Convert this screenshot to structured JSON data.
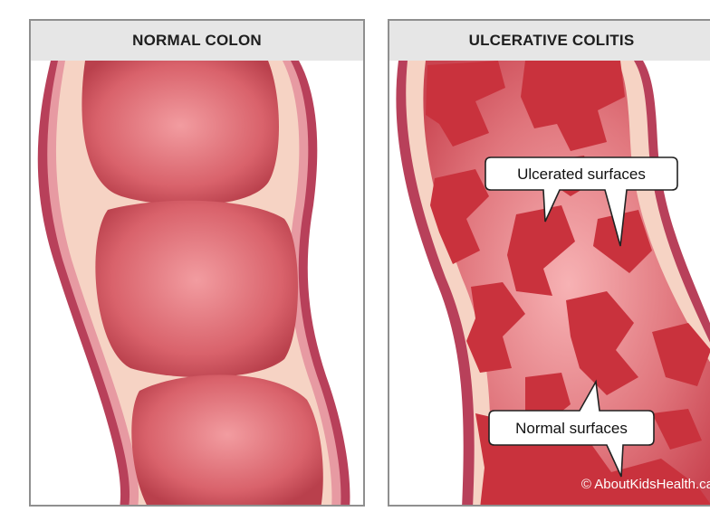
{
  "panels": {
    "normal": {
      "title": "NORMAL COLON"
    },
    "colitis": {
      "title": "ULCERATIVE COLITIS",
      "callouts": {
        "ulcerated": "Ulcerated surfaces",
        "normal": "Normal surfaces"
      }
    }
  },
  "credit": "© AboutKidsHealth.ca",
  "colors": {
    "wall_outer": "#b8405a",
    "wall_inner": "#f6d3c4",
    "lumen": "#d95f68",
    "ulcer": "#c9323d"
  }
}
